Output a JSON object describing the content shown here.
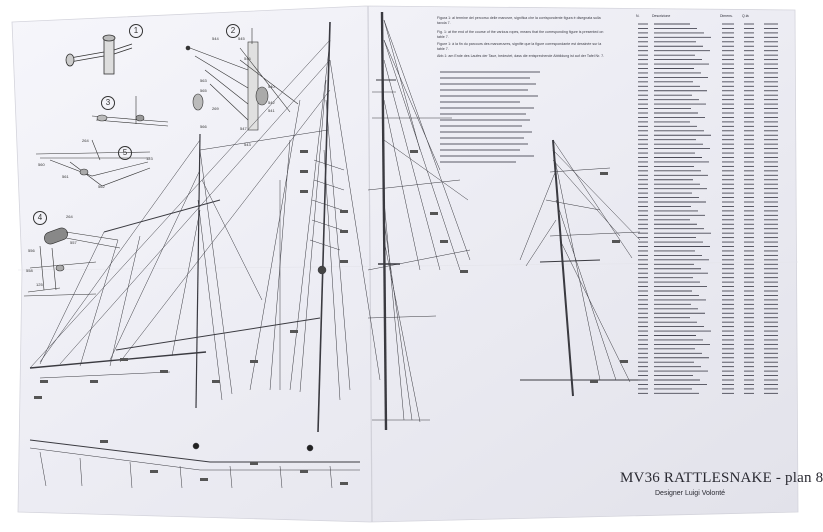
{
  "plan": {
    "title": "MV36 RATTLESNAKE - plan 8",
    "designer": "Designer Luigi Volonté"
  },
  "detail_markers": [
    "1",
    "2",
    "3",
    "4",
    "5"
  ],
  "callouts": {
    "detail1": [],
    "detail2": [
      "544",
      "545",
      "546",
      "547",
      "543",
      "540",
      "542",
      "541",
      "566",
      "563",
      "565",
      "269"
    ],
    "detail3": [],
    "detail4": [
      "264",
      "557",
      "556",
      "558",
      "125"
    ],
    "detail5": [
      "264",
      "123",
      "560",
      "561",
      "562"
    ]
  },
  "captions": [
    "Figura 1: al termine del percorso delle manovre, significa che la corrispondente figura è disegnata sulla tavola 7.",
    "Fig. 1: at the end of the course of the various ropes, means that the corresponding figure is presented on table 7.",
    "Figure 1: à la fin du parcours des manoeuvres, signifie que la figure correspondante est dessinée sur la table 7.",
    "Abb.1: am Ende des Laufes der Taue, bedeutet, dass die entsprechende Abbildung ist auf der Tafel Nr. 7."
  ],
  "parts_table": {
    "headers": [
      "N.",
      "Descrizione",
      "Dimens.",
      "Q.tà"
    ],
    "rows": []
  }
}
